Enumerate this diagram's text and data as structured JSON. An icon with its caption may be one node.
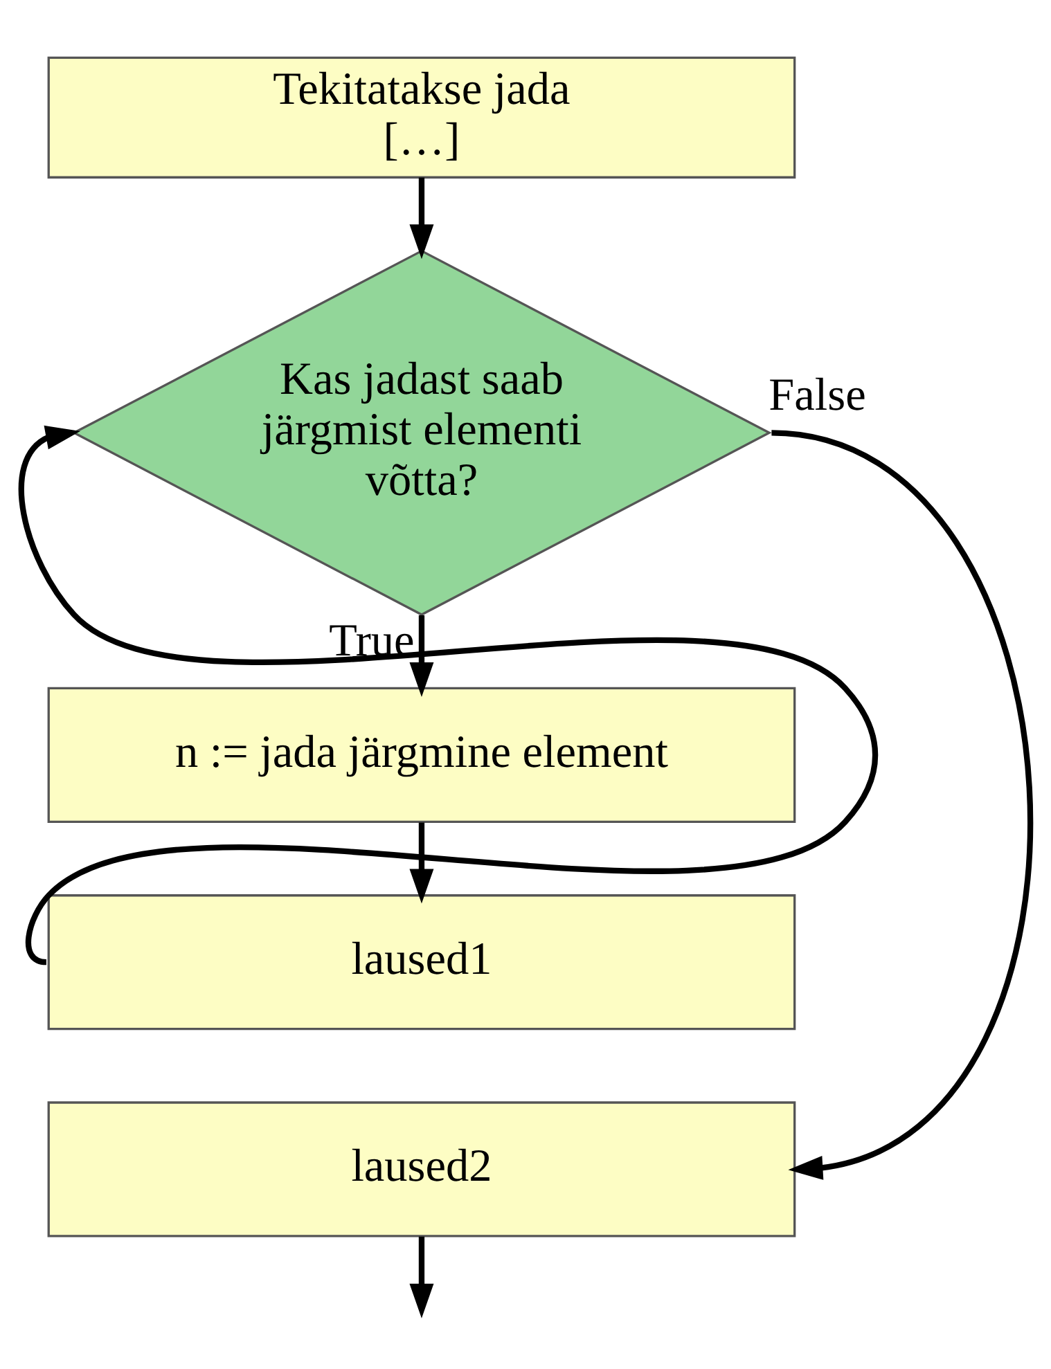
{
  "diagram": {
    "nodes": [
      {
        "text": [
          "Tekitatakse jada",
          "[…]"
        ]
      },
      {
        "text": [
          "Kas jadast saab järgmist elementi võtta?"
        ]
      },
      {
        "text": [
          "n := jada järgmine element"
        ]
      },
      {
        "text": [
          "laused1"
        ]
      },
      {
        "text": [
          "laused2"
        ]
      }
    ],
    "edges": [
      {
        "from": 0,
        "to": 1,
        "arrow": "to"
      },
      {
        "from": 1,
        "to": 2,
        "arrow": "to",
        "label": "True"
      },
      {
        "from": 2,
        "to": 3,
        "arrow": "to"
      },
      {
        "from": 3,
        "to": 1,
        "arrow": "to"
      },
      {
        "from": 1,
        "to": 4,
        "arrow": "to",
        "label": "False"
      },
      {
        "from": 4,
        "to": null,
        "arrow": "to"
      }
    ]
  }
}
